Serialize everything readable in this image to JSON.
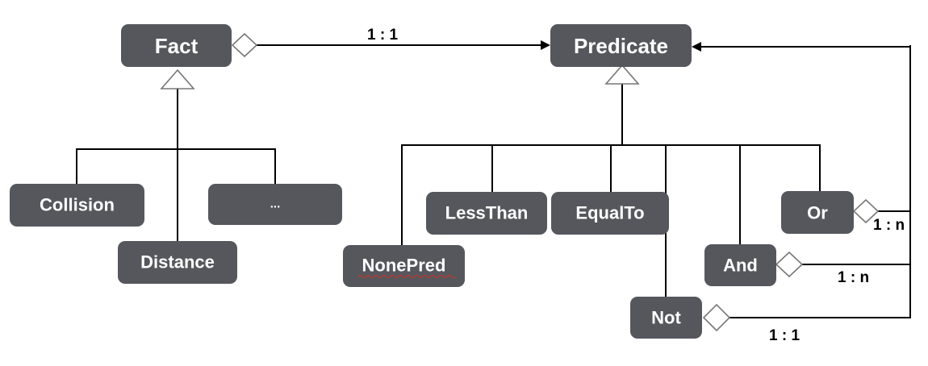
{
  "diagram": {
    "nodes": {
      "fact": "Fact",
      "predicate": "Predicate",
      "collision": "Collision",
      "distance": "Distance",
      "ellipsis": "...",
      "nonepred": "NonePred",
      "lessthan": "LessThan",
      "equalto": "EqualTo",
      "or": "Or",
      "and": "And",
      "not": "Not"
    },
    "multiplicities": {
      "fact_predicate": "1 : 1",
      "or_predicate": "1 : n",
      "and_predicate": "1 : n",
      "not_predicate": "1 : 1"
    }
  }
}
